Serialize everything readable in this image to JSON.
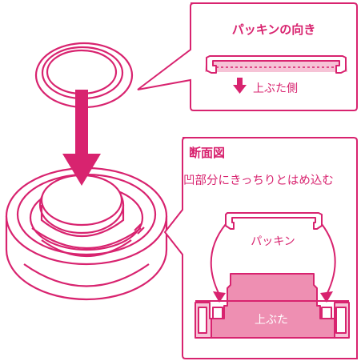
{
  "colors": {
    "magenta": "#d8236f",
    "pink_fill": "#ee8fb2",
    "pink_light": "#f6c3d6",
    "white": "#ffffff"
  },
  "icons": [
    "down-arrow-icon",
    "curved-arrow-icon"
  ],
  "callout_top": {
    "title": "パッキンの向き",
    "label": "上ぶた側"
  },
  "callout_bottom": {
    "title": "断面図",
    "subtitle": "凹部分にきっちりとはめ込む",
    "gasket_label": "パッキン",
    "lid_label": "上ぶた"
  }
}
